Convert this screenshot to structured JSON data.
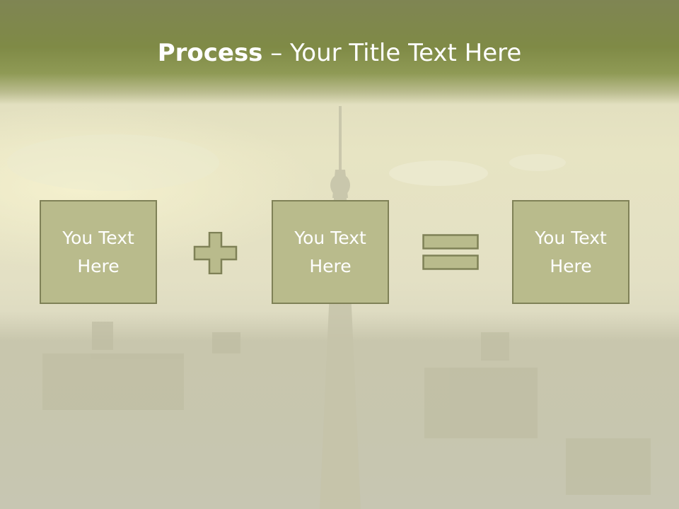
{
  "title": {
    "bold": "Process",
    "rest": " – Your Title Text Here"
  },
  "boxes": [
    {
      "text": "You Text\nHere"
    },
    {
      "text": "You Text\nHere"
    },
    {
      "text": "You Text\nHere"
    }
  ],
  "operators": [
    "plus-icon",
    "equals-icon"
  ],
  "colors": {
    "title_bar": "#7f8a46",
    "box_fill": "#b9bb8c",
    "box_border": "#7f8157",
    "text": "#ffffff"
  }
}
